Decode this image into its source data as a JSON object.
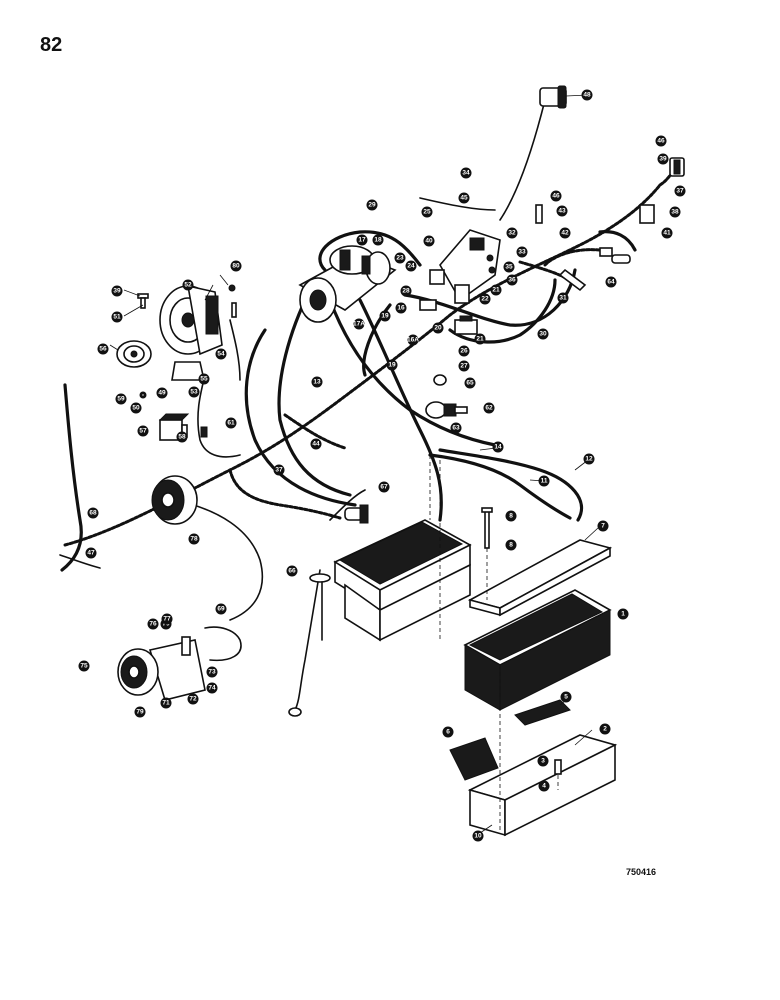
{
  "page_number": "82",
  "reference_code": "750416",
  "callouts": [
    "1",
    "2",
    "3",
    "4",
    "5",
    "6",
    "7",
    "8",
    "8",
    "10",
    "11",
    "12",
    "13",
    "14",
    "16",
    "16A",
    "17",
    "17A",
    "18",
    "19",
    "19",
    "20",
    "21",
    "21",
    "22",
    "23",
    "24",
    "25",
    "26",
    "27",
    "28",
    "29",
    "30",
    "31",
    "32",
    "33",
    "34",
    "35",
    "36",
    "37",
    "37",
    "38",
    "39",
    "39",
    "40",
    "41",
    "42",
    "43",
    "44",
    "45",
    "46",
    "46",
    "47",
    "48",
    "49",
    "50",
    "51",
    "52",
    "53",
    "54",
    "55",
    "56",
    "57",
    "58",
    "59",
    "61",
    "62",
    "63",
    "64",
    "65",
    "66",
    "67",
    "68",
    "69",
    "70",
    "71",
    "72",
    "73",
    "74",
    "75",
    "76",
    "77",
    "78",
    "79",
    "80"
  ]
}
